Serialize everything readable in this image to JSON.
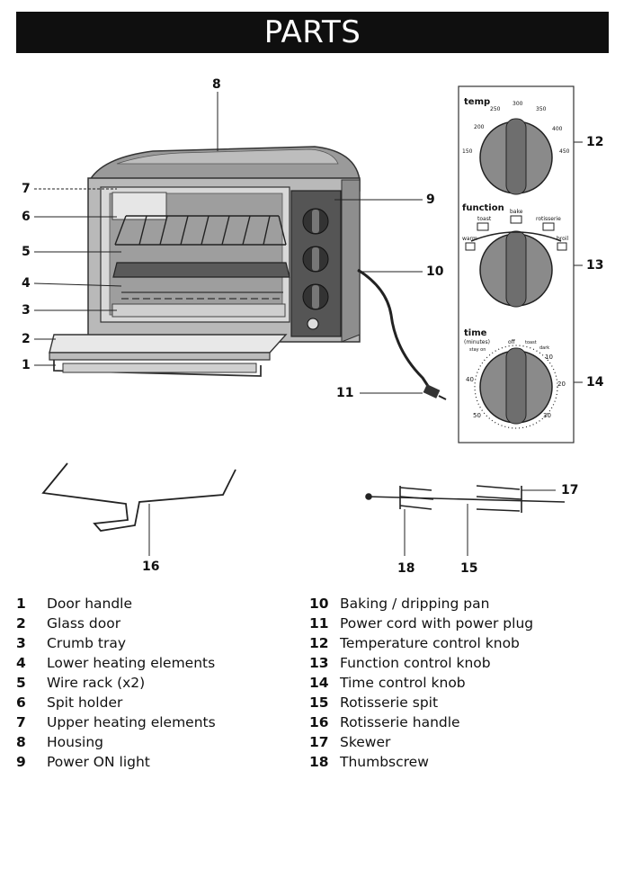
{
  "header": {
    "title": "PARTS"
  },
  "callouts": [
    "1",
    "2",
    "3",
    "4",
    "5",
    "6",
    "7",
    "8",
    "9",
    "10",
    "11",
    "12",
    "13",
    "14",
    "15",
    "16",
    "17",
    "18"
  ],
  "control_panel": {
    "temp": {
      "title": "temp",
      "ticks": [
        "200",
        "250",
        "300",
        "350",
        "400",
        "450",
        "150"
      ]
    },
    "function": {
      "title": "function",
      "options": [
        "toast",
        "bake",
        "rotisserie",
        "warm",
        "broil"
      ]
    },
    "time": {
      "title": "time",
      "sub": "(minutes)",
      "ticks": [
        "off",
        "stay on",
        "toast",
        "dark",
        "10",
        "20",
        "30",
        "40",
        "50"
      ]
    }
  },
  "legend": {
    "left": [
      {
        "num": "1",
        "label": "Door handle"
      },
      {
        "num": "2",
        "label": "Glass door"
      },
      {
        "num": "3",
        "label": "Crumb tray"
      },
      {
        "num": "4",
        "label": "Lower heating elements"
      },
      {
        "num": "5",
        "label": "Wire rack (x2)"
      },
      {
        "num": "6",
        "label": "Spit holder"
      },
      {
        "num": "7",
        "label": "Upper heating elements"
      },
      {
        "num": "8",
        "label": "Housing"
      },
      {
        "num": "9",
        "label": "Power ON light"
      }
    ],
    "right": [
      {
        "num": "10",
        "label": "Baking / dripping pan"
      },
      {
        "num": "11",
        "label": "Power cord with power plug"
      },
      {
        "num": "12",
        "label": "Temperature control knob"
      },
      {
        "num": "13",
        "label": "Function control knob"
      },
      {
        "num": "14",
        "label": "Time control knob"
      },
      {
        "num": "15",
        "label": "Rotisserie spit"
      },
      {
        "num": "16",
        "label": "Rotisserie handle"
      },
      {
        "num": "17",
        "label": "Skewer"
      },
      {
        "num": "18",
        "label": "Thumbscrew"
      }
    ]
  }
}
